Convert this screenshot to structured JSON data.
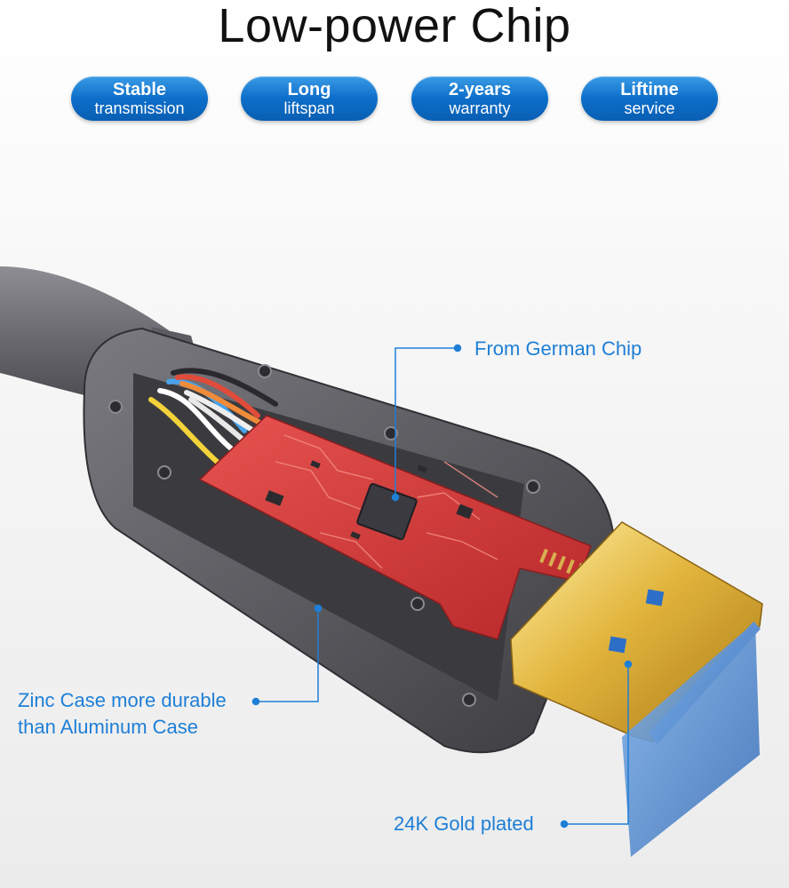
{
  "header": {
    "title": "Low-power Chip"
  },
  "badges": [
    {
      "line1": "Stable",
      "line2": "transmission"
    },
    {
      "line1": "Long",
      "line2": "liftspan"
    },
    {
      "line1": "2-years",
      "line2": "warranty"
    },
    {
      "line1": "Liftime",
      "line2": "service"
    }
  ],
  "callouts": {
    "chip": "From German Chip",
    "case_line1": "Zinc Case more durable",
    "case_line2": "than Aluminum Case",
    "gold": "24K Gold plated"
  },
  "colors": {
    "accent": "#1e7fd6",
    "badge": "#0c6ec9",
    "pcb": "#d9383a",
    "gold": "#e0b43a",
    "case": "#5d5d62"
  }
}
